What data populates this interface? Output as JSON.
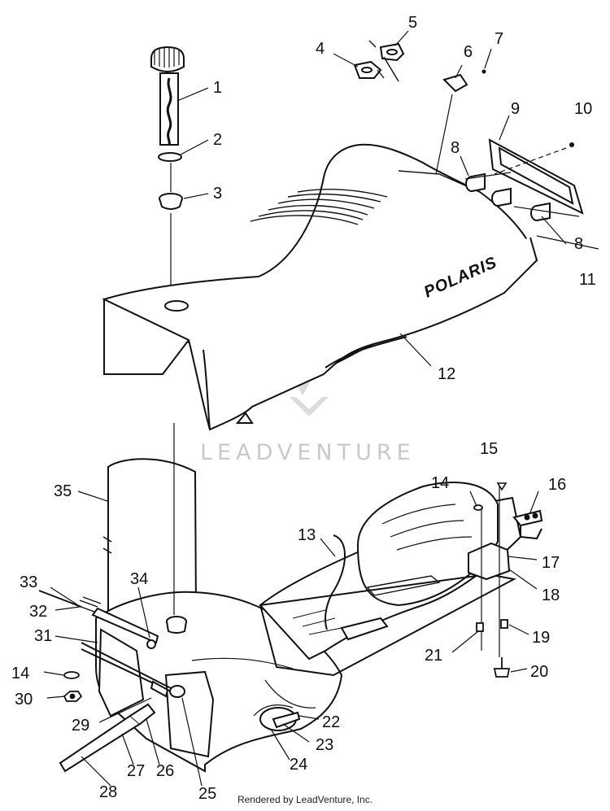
{
  "diagram": {
    "brand_label": "POLARIS",
    "watermark": "LEADVENTURE",
    "callouts": [
      "1",
      "2",
      "3",
      "4",
      "5",
      "6",
      "7",
      "8",
      "8",
      "9",
      "10",
      "11",
      "12",
      "13",
      "14",
      "14",
      "15",
      "16",
      "17",
      "18",
      "19",
      "20",
      "21",
      "22",
      "23",
      "24",
      "25",
      "26",
      "27",
      "28",
      "29",
      "30",
      "31",
      "32",
      "33",
      "34",
      "35"
    ]
  },
  "footer": {
    "credit": "Rendered by LeadVenture, Inc."
  }
}
